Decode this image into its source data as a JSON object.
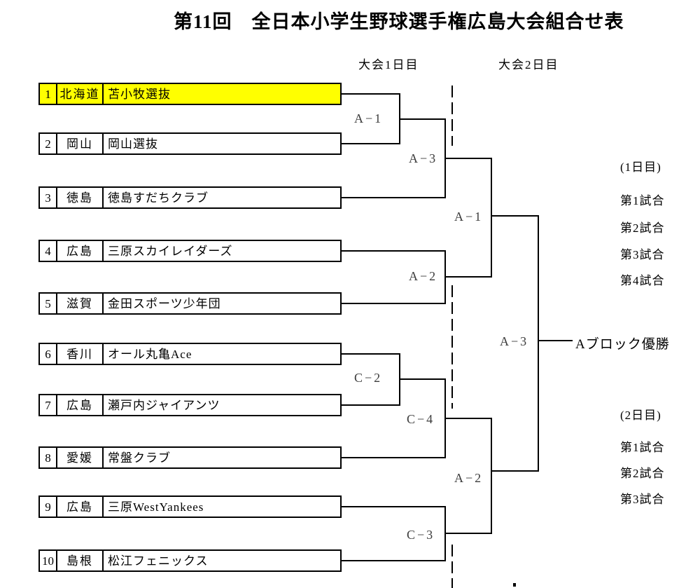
{
  "title": "第11回　全日本小学生野球選手権広島大会組合せ表",
  "column_headers": {
    "day1": "大会1日目",
    "day2": "大会2日目"
  },
  "teams": [
    {
      "no": "1",
      "pref": "北海道",
      "name": "苫小牧選抜",
      "highlight": true
    },
    {
      "no": "2",
      "pref": "岡山",
      "name": "岡山選抜",
      "highlight": false
    },
    {
      "no": "3",
      "pref": "徳島",
      "name": "徳島すだちクラブ",
      "highlight": false
    },
    {
      "no": "4",
      "pref": "広島",
      "name": "三原スカイレイダーズ",
      "highlight": false
    },
    {
      "no": "5",
      "pref": "滋賀",
      "name": "金田スポーツ少年団",
      "highlight": false
    },
    {
      "no": "6",
      "pref": "香川",
      "name": "オール丸亀Ace",
      "highlight": false
    },
    {
      "no": "7",
      "pref": "広島",
      "name": "瀬戸内ジャイアンツ",
      "highlight": false
    },
    {
      "no": "8",
      "pref": "愛媛",
      "name": "常盤クラブ",
      "highlight": false
    },
    {
      "no": "9",
      "pref": "広島",
      "name": "三原WestYankees",
      "highlight": false
    },
    {
      "no": "10",
      "pref": "島根",
      "name": "松江フェニックス",
      "highlight": false
    }
  ],
  "matches": {
    "round1": {
      "a1": "A−1",
      "c2": "C−2"
    },
    "round2": {
      "a3": "A−3",
      "a2": "A−2",
      "c4": "C−4",
      "c3": "C−3"
    },
    "round3": {
      "a1": "A−1",
      "a2": "A−2"
    },
    "final": {
      "a3": "A−3"
    }
  },
  "winner_label": "Aブロック優勝",
  "schedule": {
    "day1": {
      "header": "(1日目)",
      "games": [
        "第1試合",
        "第2試合",
        "第3試合",
        "第4試合"
      ]
    },
    "day2": {
      "header": "(2日目)",
      "games": [
        "第1試合",
        "第2試合",
        "第3試合"
      ]
    }
  },
  "colors": {
    "highlight": "#ffff00",
    "line": "#000000",
    "label_text": "#3c3c3c"
  },
  "stray_mark": "."
}
